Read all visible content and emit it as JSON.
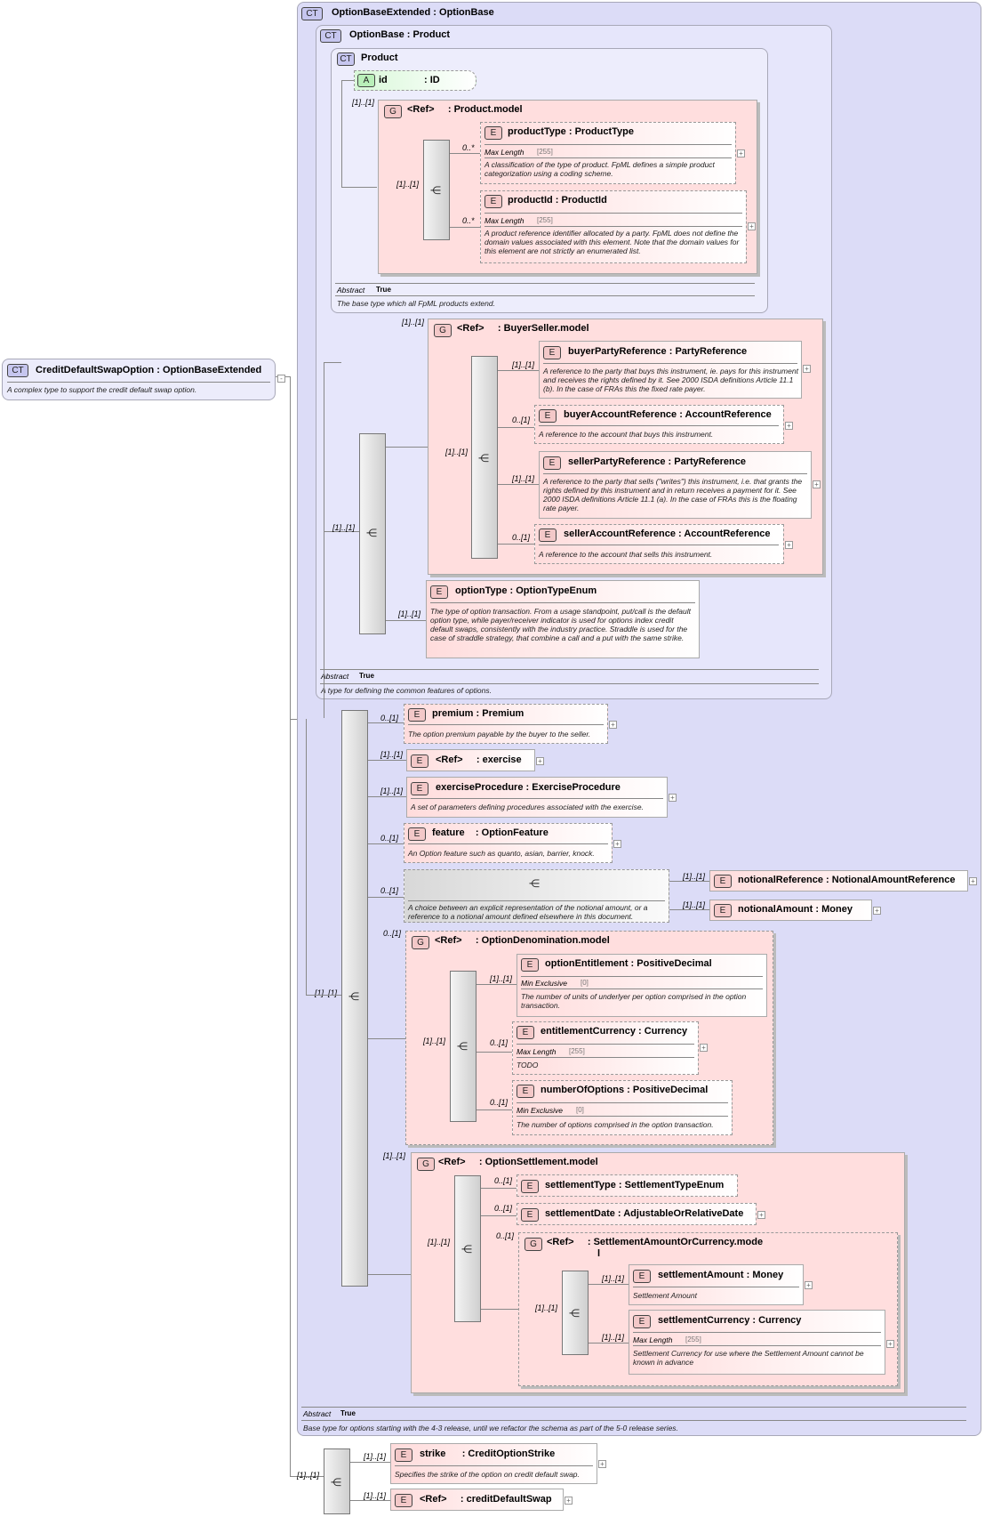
{
  "root": {
    "badge": "CT",
    "name": "CreditDefaultSwapOption",
    "type": "OptionBaseExtended",
    "desc": "A complex type to support the credit default swap option."
  },
  "option_base_extended": {
    "badge": "CT",
    "name": "OptionBaseExtended",
    "type": "OptionBase",
    "abstract_label": "Abstract",
    "abstract_value": "True",
    "desc": "Base type for options starting with the 4-3 release, until we refactor the schema as part of the 5-0 release series."
  },
  "option_base": {
    "badge": "CT",
    "name": "OptionBase",
    "type": "Product",
    "abstract_label": "Abstract",
    "abstract_value": "True",
    "desc": "A type for defining the common features of options."
  },
  "product": {
    "badge": "CT",
    "name": "Product",
    "abstract_label": "Abstract",
    "abstract_value": "True",
    "desc": "The base type which all FpML products extend.",
    "id_attr": {
      "badge": "A",
      "name": "id",
      "type": ": ID"
    },
    "model": {
      "badge": "G",
      "card": "[1]..[1]",
      "ref": "<Ref>",
      "name": ": Product.model",
      "seq_card": "[1]..[1]",
      "items": [
        {
          "badge": "E",
          "name": "productType",
          "type": "ProductType",
          "card": "0..*",
          "facet": "Max Length",
          "facet_val": "[255]",
          "desc": "A classification of the type of product. FpML defines a simple product categorization using a coding scheme."
        },
        {
          "badge": "E",
          "name": "productId",
          "type": "ProductId",
          "card": "0..*",
          "facet": "Max Length",
          "facet_val": "[255]",
          "desc": "A product reference identifier allocated by a party. FpML does not define the domain values associated with this element. Note that the domain values for this element are not strictly an enumerated list."
        }
      ]
    }
  },
  "ob_seq": {
    "card": "[1]..[1]",
    "buyer_seller": {
      "badge": "G",
      "card": "[1]..[1]",
      "ref": "<Ref>",
      "name": ": BuyerSeller.model",
      "seq_card": "[1]..[1]",
      "items": [
        {
          "badge": "E",
          "name": "buyerPartyReference",
          "type": "PartyReference",
          "card": "[1]..[1]",
          "desc": "A reference to the party that buys this instrument, ie. pays for this instrument and receives the rights defined by it. See 2000 ISDA definitions Article 11.1 (b). In the case of FRAs this the fixed rate payer."
        },
        {
          "badge": "E",
          "name": "buyerAccountReference",
          "type": "AccountReference",
          "card": "0..[1]",
          "desc": "A reference to the account that buys this instrument."
        },
        {
          "badge": "E",
          "name": "sellerPartyReference",
          "type": "PartyReference",
          "card": "[1]..[1]",
          "desc": "A reference to the party that sells (\"writes\") this instrument, i.e. that grants the rights defined by this instrument and in return receives a payment for it. See 2000 ISDA definitions Article 11.1 (a). In the case of FRAs this is the floating rate payer."
        },
        {
          "badge": "E",
          "name": "sellerAccountReference",
          "type": "AccountReference",
          "card": "0..[1]",
          "desc": "A reference to the account that sells this instrument."
        }
      ]
    },
    "option_type": {
      "badge": "E",
      "name": "optionType",
      "type": "OptionTypeEnum",
      "card": "[1]..[1]",
      "desc": "The type of option transaction. From a usage standpoint, put/call is the default option type, while payer/receiver indicator is used for options index credit default swaps, consistently with the industry practice. Straddle is used for the case of straddle strategy, that combine a call and a put with the same strike."
    }
  },
  "obe_seq": {
    "card": "[1]..[1]",
    "premium": {
      "badge": "E",
      "name": "premium",
      "type": "Premium",
      "card": "0..[1]",
      "desc": "The option premium payable by the buyer to the seller."
    },
    "exercise": {
      "badge": "E",
      "ref": "<Ref>",
      "name": ": exercise",
      "card": "[1]..[1]"
    },
    "exercise_procedure": {
      "badge": "E",
      "name": "exerciseProcedure",
      "type": "ExerciseProcedure",
      "card": "[1]..[1]",
      "desc": "A set of parameters defining procedures associated with the exercise."
    },
    "feature": {
      "badge": "E",
      "name": "feature",
      "type": "OptionFeature",
      "card": "0..[1]",
      "desc": "An Option feature such as quanto, asian, barrier, knock."
    },
    "choice": {
      "card": "0..[1]",
      "desc": "A choice between an explicit representation of the notional amount, or a reference to a notional amount defined elsewhere in this document.",
      "items": [
        {
          "badge": "E",
          "name": "notionalReference",
          "type": "NotionalAmountReference",
          "card": "[1]..[1]"
        },
        {
          "badge": "E",
          "name": "notionalAmount",
          "type": "Money",
          "card": "[1]..[1]"
        }
      ]
    },
    "denomination": {
      "badge": "G",
      "card": "0..[1]",
      "ref": "<Ref>",
      "name": ": OptionDenomination.model",
      "seq_card": "[1]..[1]",
      "items": [
        {
          "badge": "E",
          "name": "optionEntitlement",
          "type": "PositiveDecimal",
          "card": "[1]..[1]",
          "facet": "Min Exclusive",
          "facet_val": "[0]",
          "desc": "The number of units of underlyer per option comprised in the option transaction."
        },
        {
          "badge": "E",
          "name": "entitlementCurrency",
          "type": "Currency",
          "card": "0..[1]",
          "facet": "Max Length",
          "facet_val": "[255]",
          "desc": "TODO"
        },
        {
          "badge": "E",
          "name": "numberOfOptions",
          "type": "PositiveDecimal",
          "card": "0..[1]",
          "facet": "Min Exclusive",
          "facet_val": "[0]",
          "desc": "The number of options comprised in the option transaction."
        }
      ]
    },
    "settlement": {
      "badge": "G",
      "card": "[1]..[1]",
      "ref": "<Ref>",
      "name": ": OptionSettlement.model",
      "seq_card": "[1]..[1]",
      "items": [
        {
          "badge": "E",
          "name": "settlementType",
          "type": "SettlementTypeEnum",
          "card": "0..[1]"
        },
        {
          "badge": "E",
          "name": "settlementDate",
          "type": "AdjustableOrRelativeDate",
          "card": "0..[1]"
        }
      ],
      "amount_or_currency": {
        "badge": "G",
        "card": "0..[1]",
        "ref": "<Ref>",
        "name": ": SettlementAmountOrCurrency.mode",
        "name2": "l",
        "seq_card": "[1]..[1]",
        "items": [
          {
            "badge": "E",
            "name": "settlementAmount",
            "type": "Money",
            "card": "[1]..[1]",
            "desc": "Settlement Amount"
          },
          {
            "badge": "E",
            "name": "settlementCurrency",
            "type": "Currency",
            "card": "[1]..[1]",
            "facet": "Max Length",
            "facet_val": "[255]",
            "desc": "Settlement Currency for use where the Settlement Amount cannot be known in advance"
          }
        ]
      }
    }
  },
  "root_seq": {
    "card": "[1]..[1]",
    "strike": {
      "badge": "E",
      "name": "strike",
      "type": "CreditOptionStrike",
      "card": "[1]..[1]",
      "desc": "Specifies the strike of the option on credit default swap."
    },
    "cds": {
      "badge": "E",
      "ref": "<Ref>",
      "name": ": creditDefaultSwap",
      "card": "[1]..[1]"
    }
  },
  "expander": "+",
  "collapser": "-",
  "sequence_glyph": "⋲"
}
